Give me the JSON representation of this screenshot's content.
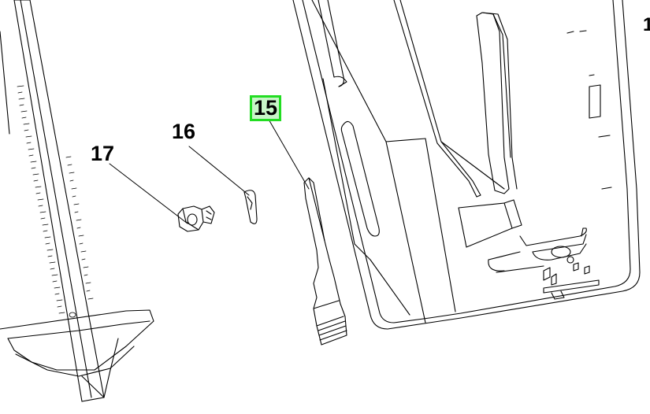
{
  "callouts": {
    "part_15": "15",
    "part_16": "16",
    "part_17": "17",
    "part_edge": "1"
  },
  "colors": {
    "line": "#000000",
    "highlight_border": "#22dd22",
    "highlight_fill": "#c8f5c8",
    "background": "#ffffff"
  }
}
